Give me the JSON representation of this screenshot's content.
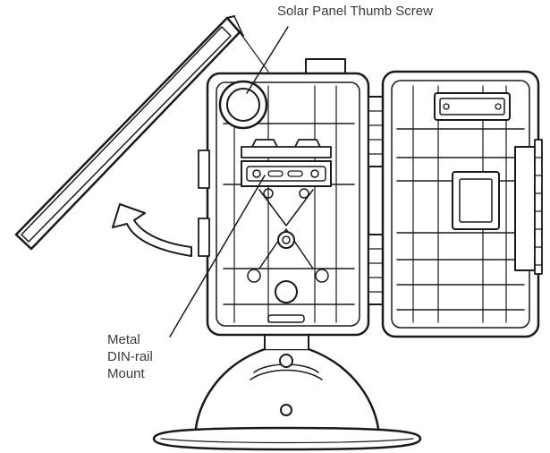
{
  "callouts": {
    "solar_panel_thumb_screw": "Solar Panel Thumb Screw",
    "din_rail_line1": "Metal",
    "din_rail_line2": "DIN-rail",
    "din_rail_line3": "Mount"
  },
  "colors": {
    "stroke": "#1a1a1a",
    "fill": "#ffffff",
    "text": "#3a3a3a"
  },
  "icons": [
    "rotation-arrow-icon",
    "thumb-screw-icon",
    "din-rail-icon"
  ]
}
